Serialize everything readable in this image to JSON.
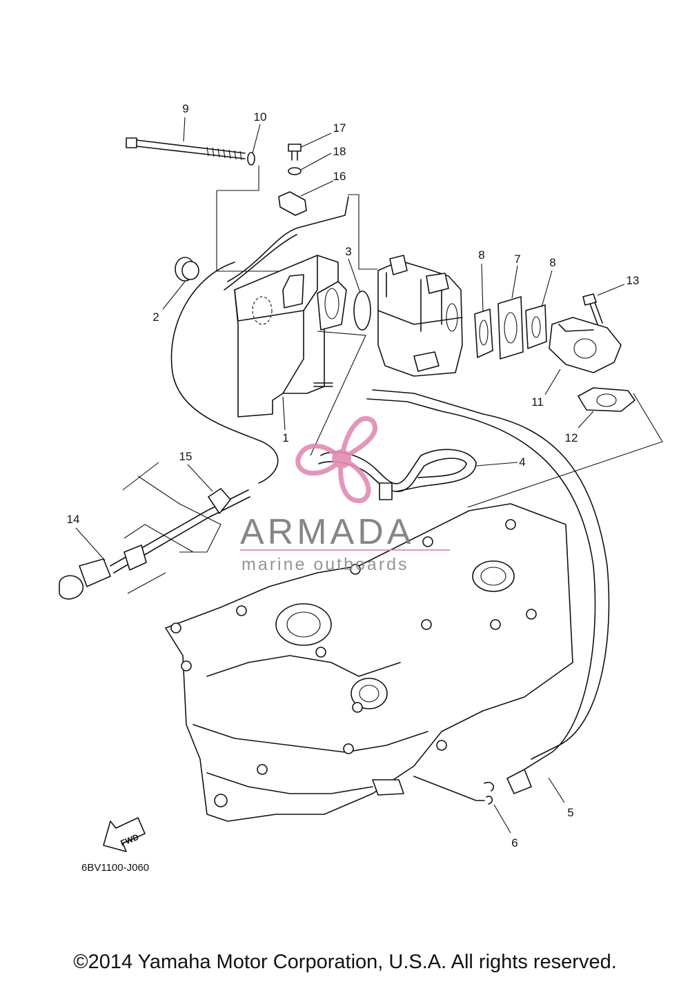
{
  "diagram": {
    "code": "6BV1100-J060",
    "fwd_label": "FWD",
    "callouts": [
      "1",
      "2",
      "3",
      "4",
      "5",
      "6",
      "7",
      "8",
      "8",
      "9",
      "10",
      "11",
      "12",
      "13",
      "14",
      "15",
      "16",
      "17",
      "18"
    ]
  },
  "watermark": {
    "brand": "ARMADA",
    "tagline": "marine outboards",
    "accent_color": "#e28bb3"
  },
  "footer": {
    "copyright": "©2014 Yamaha Motor Corporation, U.S.A. All rights reserved."
  }
}
